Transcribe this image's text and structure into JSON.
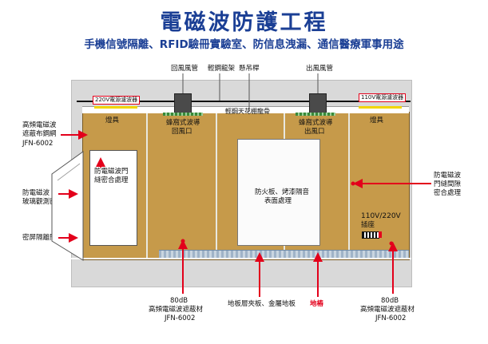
{
  "title": "電磁波防護工程",
  "subtitle": "手機信號隔離、RFID驗冊實驗室、防信息洩漏、通信醫療軍事用途",
  "top_labels": {
    "return_pipe": "回風風管",
    "light_steel": "輕鋼龍架",
    "hanger": "懸吊桿",
    "exhaust_pipe": "出風風管"
  },
  "ceiling_tags": {
    "filter_220": "220V電源濾波器",
    "filter_110": "110V電源濾波器"
  },
  "ceiling_label": "輕鋼天花棚龍骨",
  "room_cells": {
    "lamp_left": "燈具",
    "honeycomb_return": [
      "蜂窩式波導",
      "回風口"
    ],
    "honeycomb_exhaust": [
      "蜂窩式波導",
      "出風口"
    ],
    "lamp_right": "燈具"
  },
  "door_panel": [
    "防電磁波門",
    "縫密合處理"
  ],
  "center_panel": [
    "防火板、烤漆隔音",
    "表面處理"
  ],
  "outlet": {
    "voltage": "110V/220V",
    "label": "插座"
  },
  "left_labels": {
    "steel_mesh": [
      "高頻電磁波",
      "遮蔽布鋼網",
      "JFN-6002"
    ],
    "glass_window": [
      "防電磁波",
      "玻璃觀測窗"
    ],
    "shield_door": "密屏隔離門"
  },
  "right_labels": {
    "seam": [
      "防電磁波",
      "門縫間隙",
      "密合處理"
    ]
  },
  "bottom_labels": {
    "left_shield": [
      "80dB",
      "高頻電磁波遮蔽材",
      "JFN-6002"
    ],
    "floor": "地板層夾板、金屬地板",
    "ground": "地樁",
    "right_shield": [
      "80dB",
      "高頻電磁波遮蔽材",
      "JFN-6002"
    ]
  }
}
